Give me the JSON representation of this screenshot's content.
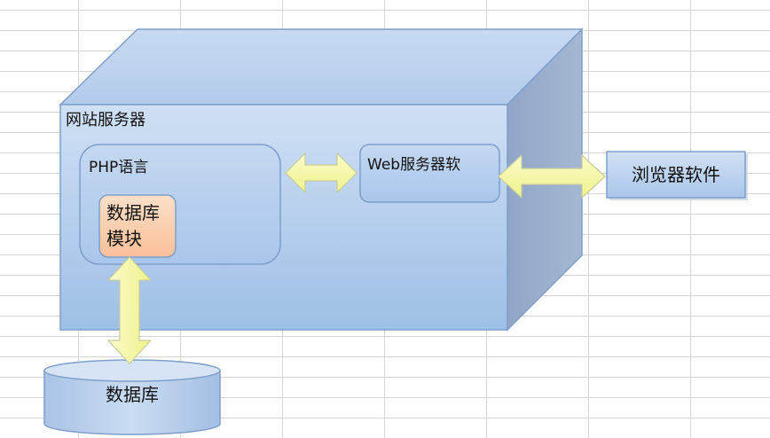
{
  "server": {
    "label": "网站服务器"
  },
  "php": {
    "label": "PHP语言"
  },
  "db_module": {
    "line1": "数据库",
    "line2": "模块"
  },
  "web_server": {
    "label": "Web服务器软"
  },
  "browser": {
    "label": "浏览器软件"
  },
  "database": {
    "label": "数据库"
  },
  "colors": {
    "box_fill": "#c6d9f1",
    "border": "#7f9fca",
    "arrow_fill": "#f7f9a6",
    "module_fill": "#fbd3b3",
    "grid": "#d4d4d4"
  }
}
